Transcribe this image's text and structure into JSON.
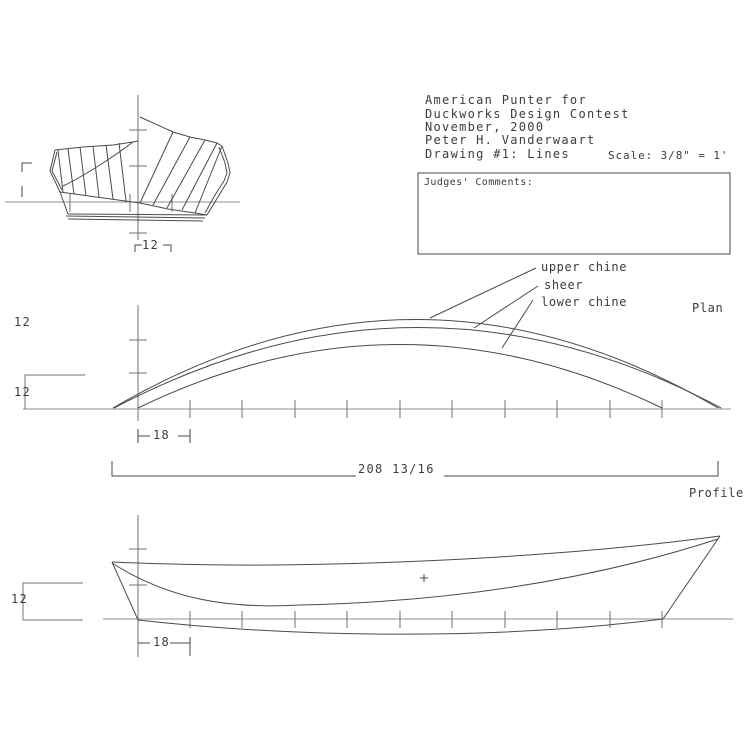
{
  "title_block": {
    "lines": [
      "American Punter for",
      "Duckworks Design Contest",
      "November, 2000",
      "Peter H. Vanderwaart",
      "Drawing #1: Lines"
    ],
    "scale": "Scale: 3/8\" = 1'"
  },
  "comments_box": {
    "label": "Judges' Comments:"
  },
  "body_plan": {
    "dimensions": {
      "half_width": "12"
    }
  },
  "plan_view": {
    "title": "Plan",
    "labels": {
      "upper_chine": "upper chine",
      "sheer": "sheer",
      "lower_chine": "lower chine"
    },
    "dimensions": {
      "beam_upper": "12",
      "beam_lower": "12",
      "station_offset": "18",
      "overall_length": "208 13/16"
    }
  },
  "profile_view": {
    "title": "Profile",
    "dimensions": {
      "depth": "12",
      "station_offset": "18"
    }
  },
  "colors": {
    "line": "#4a4a4a",
    "axis": "#8f8f8f",
    "text": "#3c3c3c",
    "background": "#ffffff"
  }
}
